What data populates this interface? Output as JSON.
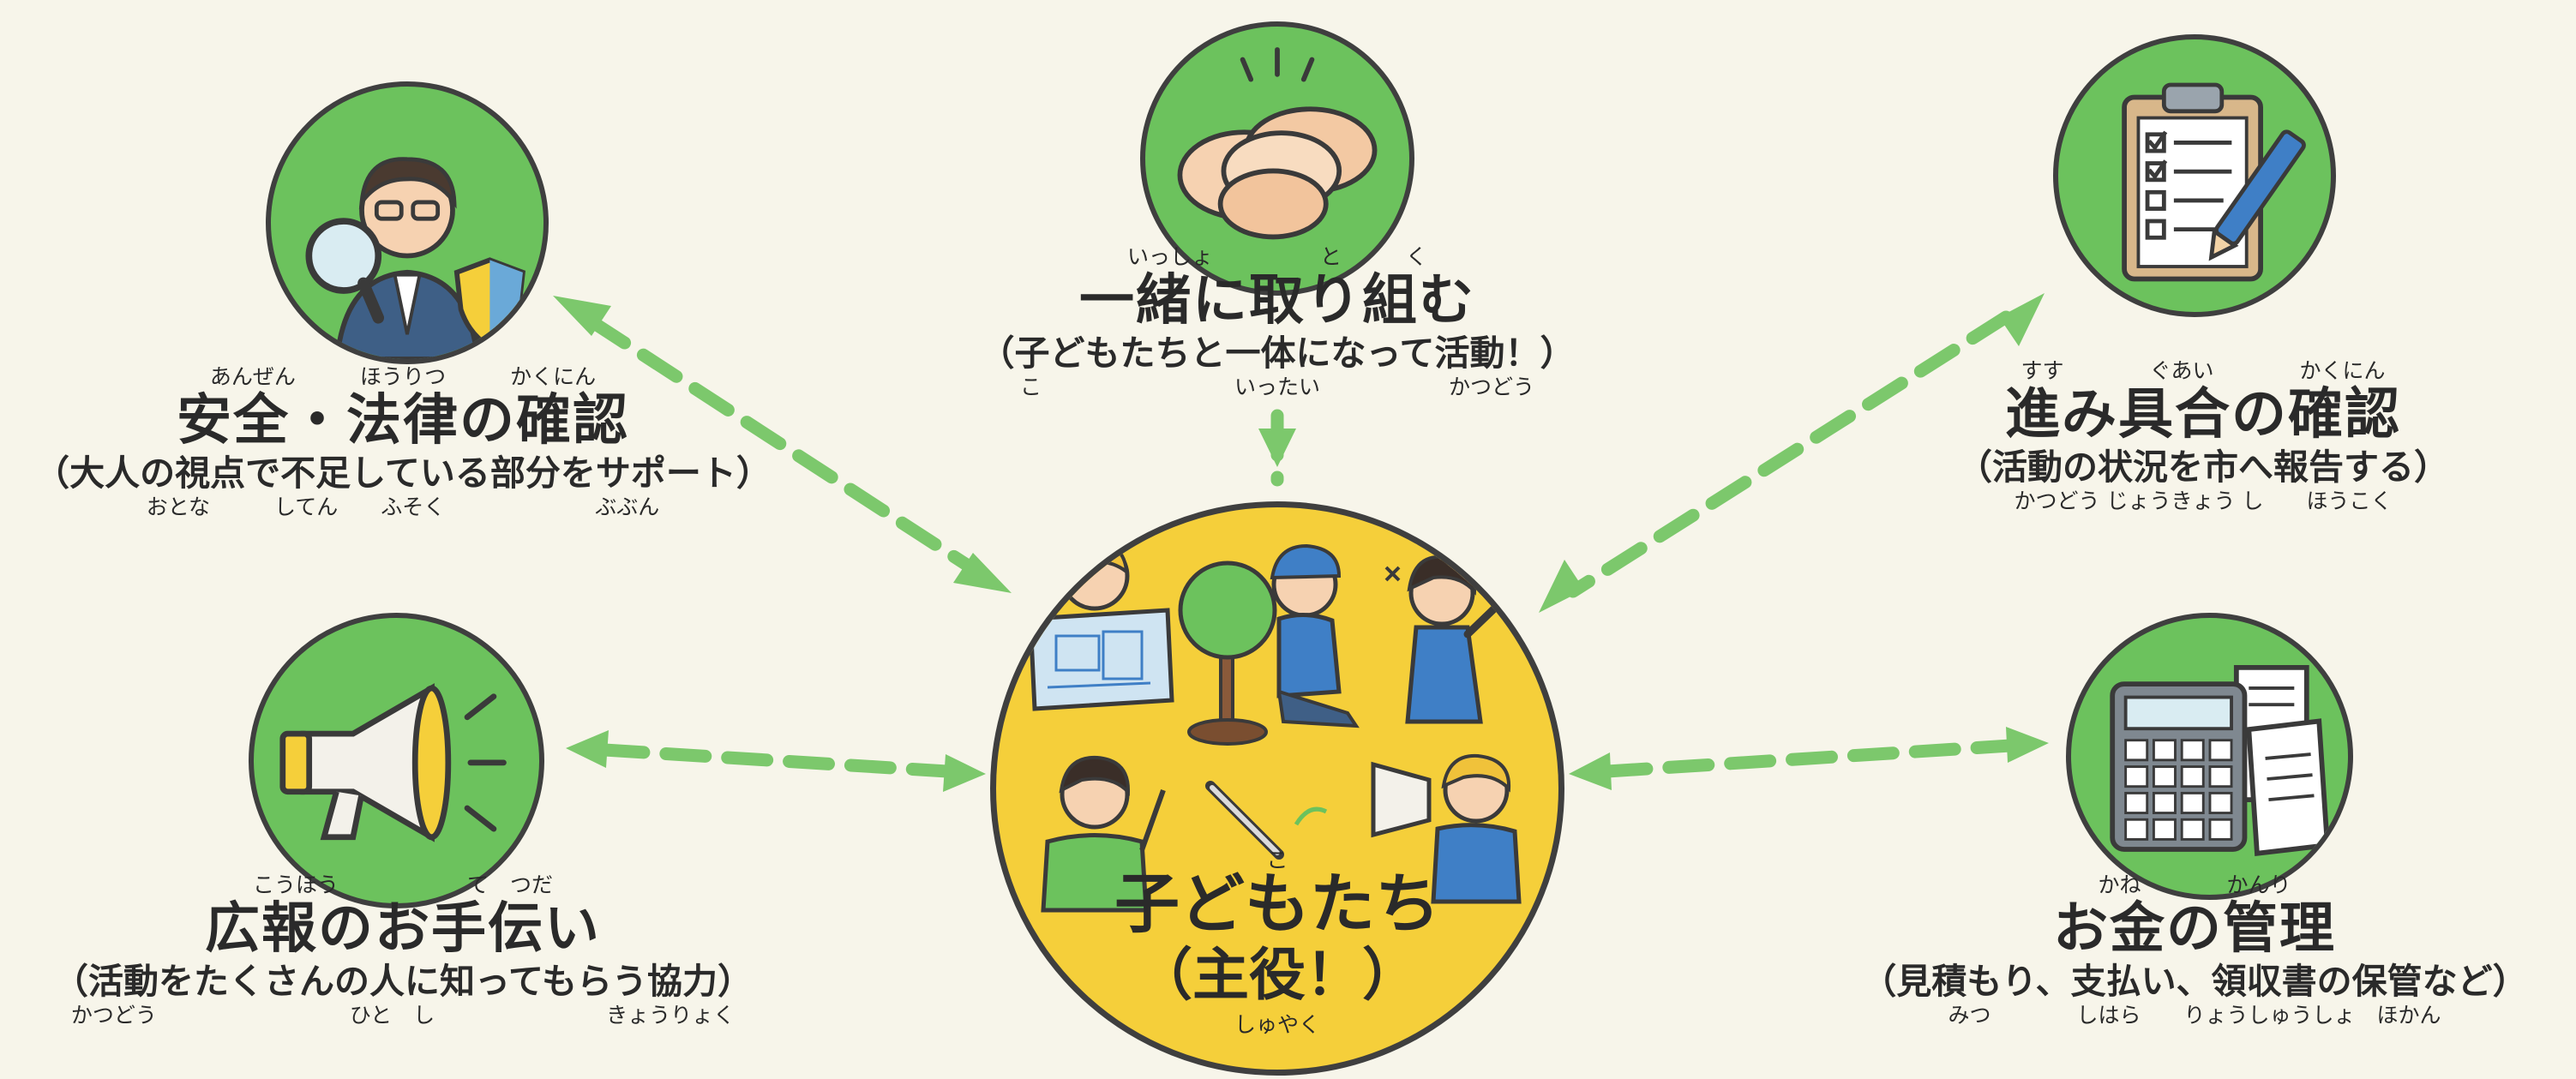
{
  "center": {
    "ruby_top": "こ",
    "title": "子どもたち",
    "subtitle": "（主役！）",
    "ruby_bottom": "しゅやく"
  },
  "nodes": {
    "together": {
      "ruby_top": "いっしょ　　　　　と　　　く",
      "title": "一緒に取り組む",
      "subtitle": "（子どもたちと一体になって活動！）",
      "ruby_bottom": "こ　　　　　　　　　いったい　　　　　　かつどう",
      "icon": "hands-together-icon"
    },
    "safety": {
      "ruby_top": "あんぜん　　　ほうりつ　　　かくにん",
      "title": "安全・法律の確認",
      "subtitle": "（大人の視点で不足している部分をサポート）",
      "ruby_bottom": "おとな　　　してん　　ふそく　　　　　　　ぶぶん",
      "icon": "inspector-icon"
    },
    "progress": {
      "ruby_top": "すす　　　　ぐあい　　　　かくにん",
      "title": "進み具合の確認",
      "subtitle": "（活動の状況を市へ報告する）",
      "ruby_bottom": "かつどう じょうきょう し　　ほうこく",
      "icon": "clipboard-checklist-icon"
    },
    "pr": {
      "ruby_top": "こうほう　　　　　　て　つだ",
      "title": "広報のお手伝い",
      "subtitle": "（活動をたくさんの人に知ってもらう協力）",
      "ruby_bottom": "かつどう　　　　　　　　　ひと　し　　　　　　　　きょうりょく",
      "icon": "megaphone-icon"
    },
    "money": {
      "ruby_top": "かね　　　　かんり",
      "title": "お金の管理",
      "subtitle": "（見積もり、支払い、領収書の保管など）",
      "ruby_bottom": "みつ　　　　しはら　　りょうしゅうしょ　ほかん",
      "icon": "calculator-receipts-icon"
    }
  },
  "colors": {
    "background": "#f7f5ea",
    "badge_green": "#6cc25d",
    "center_yellow": "#f5cf3a",
    "arrow_green": "#7cc86c"
  }
}
